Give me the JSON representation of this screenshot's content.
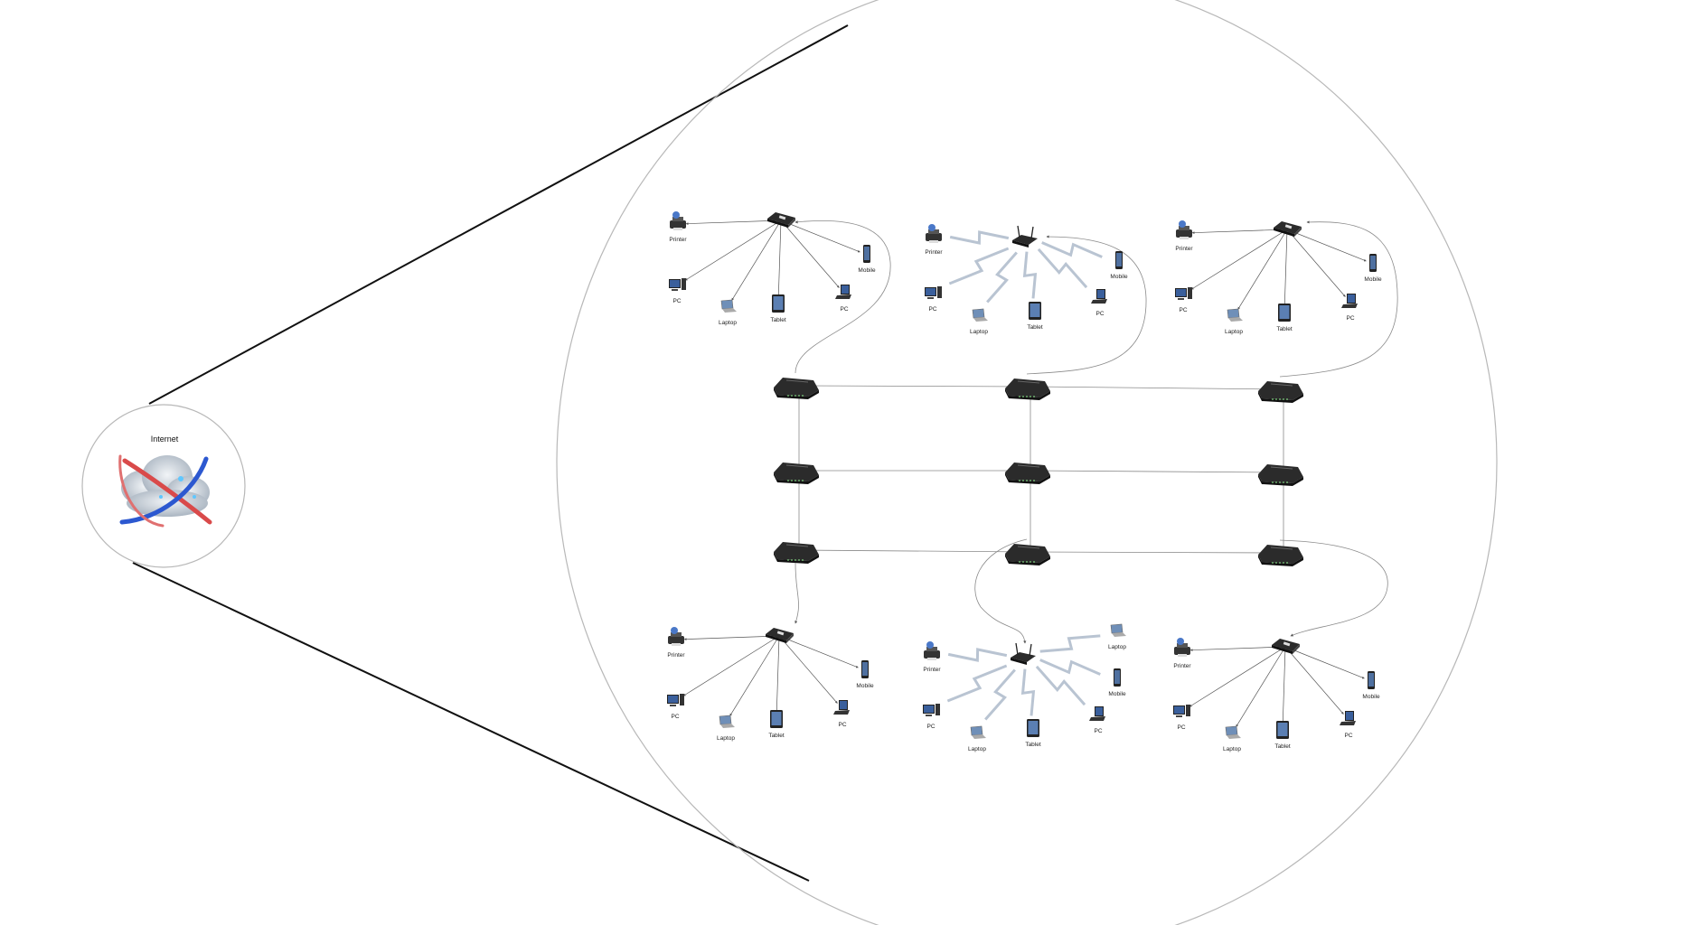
{
  "internet": {
    "label": "Internet"
  },
  "colors": {
    "background": "#ffffff",
    "circle": "#b8b8b8",
    "connector": "#8a8a8a",
    "link": "#555555",
    "device_dark": "#2b2b2b",
    "wifi_bolt": "#b9c4d2",
    "screen_blue": "#3a5f9c",
    "orbit_red": "#d94a4a",
    "orbit_blue": "#2c58d0",
    "cloud": "#d4dbe2"
  },
  "hubs": [
    {
      "kind": "switch",
      "devices": [
        "Printer",
        "PC",
        "Laptop",
        "Tablet",
        "PC",
        "Mobile"
      ]
    },
    {
      "kind": "wireless",
      "devices": [
        "Printer",
        "PC",
        "Laptop",
        "Tablet",
        "PC",
        "Mobile"
      ]
    },
    {
      "kind": "switch",
      "devices": [
        "Printer",
        "PC",
        "Laptop",
        "Tablet",
        "PC",
        "Mobile"
      ]
    },
    {
      "kind": "switch",
      "devices": [
        "Printer",
        "PC",
        "Laptop",
        "Tablet",
        "PC",
        "Mobile"
      ]
    },
    {
      "kind": "wireless",
      "devices": [
        "Printer",
        "PC",
        "Laptop",
        "Tablet",
        "PC",
        "Mobile",
        "Laptop"
      ]
    },
    {
      "kind": "switch",
      "devices": [
        "Printer",
        "PC",
        "Laptop",
        "Tablet",
        "PC",
        "Mobile"
      ]
    }
  ]
}
